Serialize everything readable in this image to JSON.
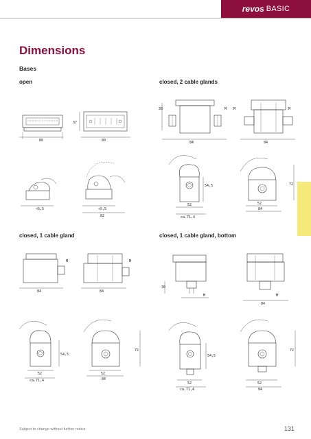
{
  "header": {
    "brand": "revos",
    "brand_suffix": "BASIC"
  },
  "page": {
    "title": "Dimensions",
    "subtitle": "Bases",
    "page_number": "131"
  },
  "captions": {
    "open": "open",
    "closed_2": "closed, 2 cable glands",
    "closed_1": "closed, 1 cable gland",
    "closed_1_bottom": "closed, 1 cable gland, bottom"
  },
  "dims": {
    "open_w1": "80",
    "open_w2": "80",
    "open_h": "37",
    "open_l1": "<5,5",
    "open_l2": "<5,5",
    "open_l3": "82",
    "c_84": "84",
    "c_52": "52",
    "c_72": "72",
    "c_545": "54,5",
    "c_714": "ca.71,4",
    "c_30": "30",
    "m": "M"
  },
  "footer": {
    "note": "Subject to change without further notice"
  }
}
